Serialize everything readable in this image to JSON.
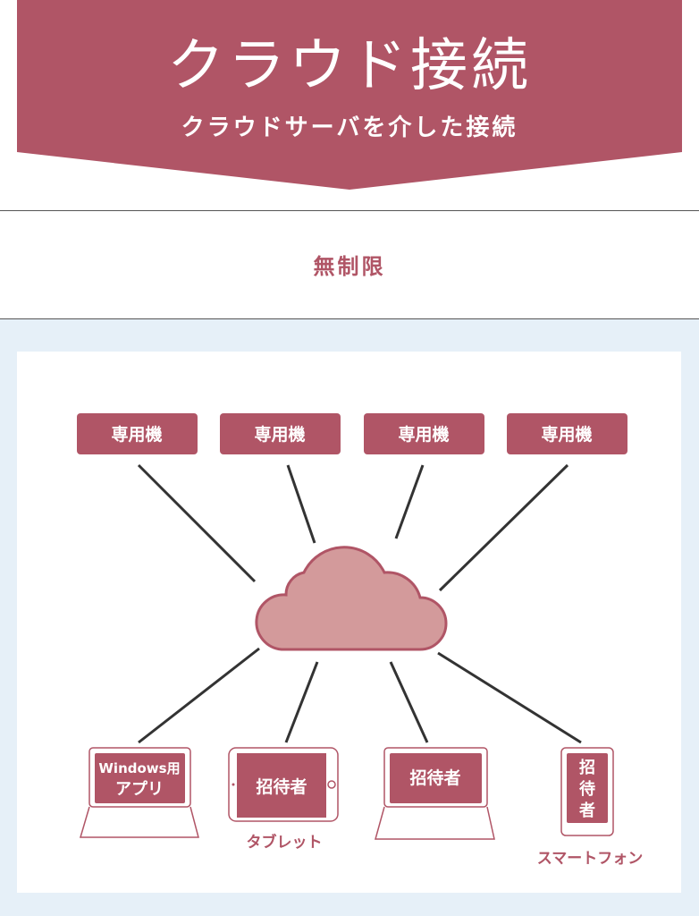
{
  "header": {
    "title": "クラウド接続",
    "subtitle": "クラウドサーバを介した接続"
  },
  "limit_label": "無制限",
  "colors": {
    "accent": "#b05566",
    "cloud": "#d39a9b",
    "background": "#e6f0f8"
  },
  "devices_top": [
    "専用機",
    "専用機",
    "専用機",
    "専用機"
  ],
  "devices_bottom": {
    "laptop1": {
      "line1": "Windows用",
      "line2": "アプリ"
    },
    "tablet": {
      "screen": "招待者",
      "label": "タブレット"
    },
    "laptop2": {
      "screen": "招待者"
    },
    "phone": {
      "c1": "招",
      "c2": "待",
      "c3": "者",
      "label": "スマートフォン"
    }
  }
}
